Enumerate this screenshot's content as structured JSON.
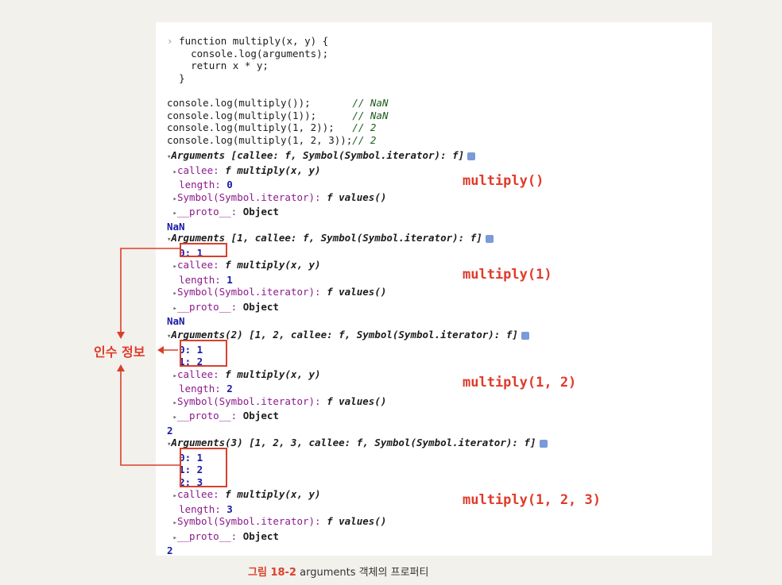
{
  "code": {
    "line1": "function multiply(x, y) {",
    "line2": "  console.log(arguments);",
    "line3": "  return x * y;",
    "line4": "}",
    "call1": "console.log(multiply());",
    "call1_comment": "// NaN",
    "call2": "console.log(multiply(1));",
    "call2_comment": "// NaN",
    "call3": "console.log(multiply(1, 2));",
    "call3_comment": "// 2",
    "call4": "console.log(multiply(1, 2, 3));",
    "call4_comment": "// 2"
  },
  "blocks": [
    {
      "header": "Arguments [callee: f, Symbol(Symbol.iterator): f]",
      "indices": [],
      "callee": "callee: ",
      "callee_fn": "f multiply(x, y)",
      "length_label": "length: ",
      "length": "0",
      "symbol": "Symbol(Symbol.iterator): ",
      "symbol_fn": "f values()",
      "proto": "__proto__: ",
      "proto_val": "Object",
      "result": "NaN",
      "annotation": "multiply()"
    },
    {
      "header": "Arguments [1, callee: f, Symbol(Symbol.iterator): f]",
      "indices": [
        "0: 1"
      ],
      "callee": "callee: ",
      "callee_fn": "f multiply(x, y)",
      "length_label": "length: ",
      "length": "1",
      "symbol": "Symbol(Symbol.iterator): ",
      "symbol_fn": "f values()",
      "proto": "__proto__: ",
      "proto_val": "Object",
      "result": "NaN",
      "annotation": "multiply(1)"
    },
    {
      "header": "Arguments(2) [1, 2, callee: f, Symbol(Symbol.iterator): f]",
      "indices": [
        "0: 1",
        "1: 2"
      ],
      "callee": "callee: ",
      "callee_fn": "f multiply(x, y)",
      "length_label": "length: ",
      "length": "2",
      "symbol": "Symbol(Symbol.iterator): ",
      "symbol_fn": "f values()",
      "proto": "__proto__: ",
      "proto_val": "Object",
      "result": "2",
      "annotation": "multiply(1, 2)"
    },
    {
      "header": "Arguments(3) [1, 2, 3, callee: f, Symbol(Symbol.iterator): f]",
      "indices": [
        "0: 1",
        "1: 2",
        "2: 3"
      ],
      "callee": "callee: ",
      "callee_fn": "f multiply(x, y)",
      "length_label": "length: ",
      "length": "3",
      "symbol": "Symbol(Symbol.iterator): ",
      "symbol_fn": "f values()",
      "proto": "__proto__: ",
      "proto_val": "Object",
      "result": "2",
      "annotation": "multiply(1, 2, 3)"
    }
  ],
  "side_label": "인수 정보",
  "caption": {
    "figure": "그림 18-2",
    "text": " arguments 객체의 프로퍼티"
  },
  "colors": {
    "accent": "#e03a2a",
    "box": "#d9402c"
  }
}
